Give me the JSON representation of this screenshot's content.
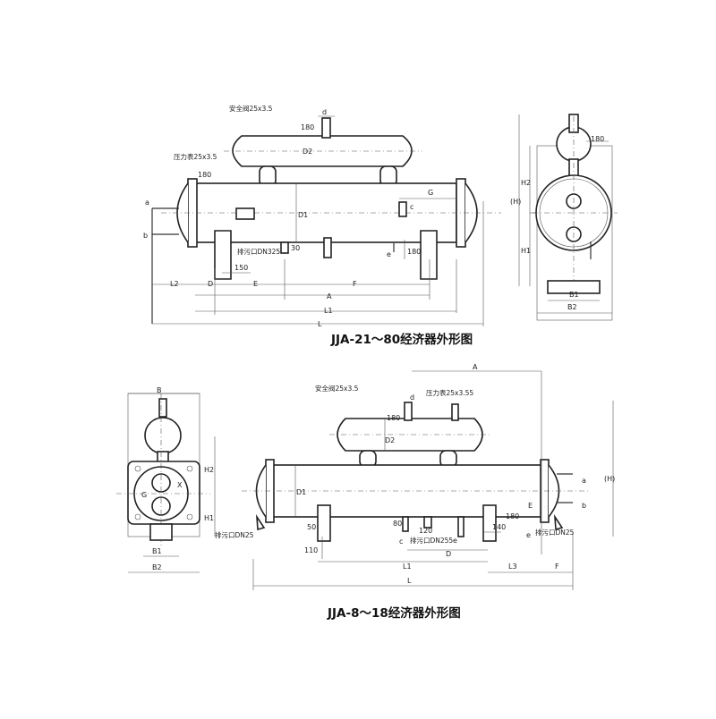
{
  "figure1": {
    "caption": "JJA-21～80经济器外形图",
    "labels": {
      "safety_valve": "安全阀25x3.5",
      "pressure_gauge": "压力表25x3.5",
      "drain": "排污口DN325",
      "a": "a",
      "b": "b",
      "c": "c",
      "d": "d",
      "e": "e",
      "G": "G",
      "D1": "D1",
      "D2": "D2",
      "L2": "L2",
      "D": "D",
      "E": "E",
      "F": "F",
      "A": "A",
      "L1": "L1",
      "L": "L",
      "d180_top": "180",
      "d180_bot": "180",
      "d150": "150",
      "d30": "30",
      "d180_r": "180",
      "H": "(H)",
      "H1": "H1",
      "H2": "H2",
      "B1": "B1",
      "B2": "B2"
    }
  },
  "figure2": {
    "caption": "JJA-8～18经济器外形图",
    "labels": {
      "safety_valve": "安全阀25x3.5",
      "pressure_gauge": "压力表25x3.55",
      "drain_left": "排污口DN25",
      "drain_mid": "排污口DN255",
      "drain_right": "排污口DN25",
      "a": "a",
      "b": "b",
      "c": "c",
      "d": "d",
      "e": "e",
      "D1": "D1",
      "D2": "D2",
      "G": "G",
      "X": "X",
      "A": "A",
      "B": "B",
      "H": "(H)",
      "H1": "H1",
      "H2": "H2",
      "B1": "B1",
      "B2": "B2",
      "L1": "L1",
      "L3": "L3",
      "F": "F",
      "L": "L",
      "D": "D",
      "E": "E",
      "d180_top": "180",
      "d80": "80",
      "d120": "120",
      "d50": "50",
      "d110": "110",
      "d140": "140",
      "d180_r": "180"
    }
  }
}
